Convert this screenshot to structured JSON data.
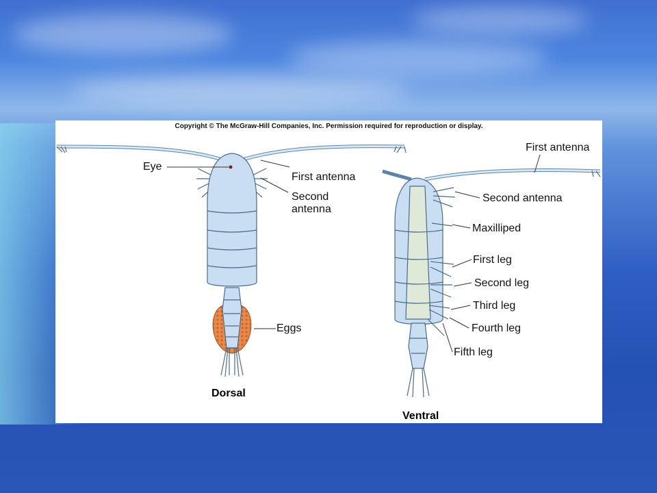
{
  "copyright": "Copyright © The McGraw-Hill Companies, Inc. Permission required for reproduction or display.",
  "dorsal": {
    "title": "Dorsal",
    "labels": {
      "eye": "Eye",
      "first_antenna": "First antenna",
      "second_antenna_1": "Second",
      "second_antenna_2": "antenna",
      "eggs": "Eggs"
    }
  },
  "ventral": {
    "title": "Ventral",
    "labels": {
      "first_antenna": "First antenna",
      "second_antenna": "Second antenna",
      "maxilliped": "Maxilliped",
      "first_leg": "First leg",
      "second_leg": "Second leg",
      "third_leg": "Third leg",
      "fourth_leg": "Fourth leg",
      "fifth_leg": "Fifth leg"
    }
  },
  "colors": {
    "body_fill": "#c9def2",
    "body_stroke": "#4a6b8a",
    "egg_fill": "#e8894a",
    "panel": "#ffffff"
  }
}
